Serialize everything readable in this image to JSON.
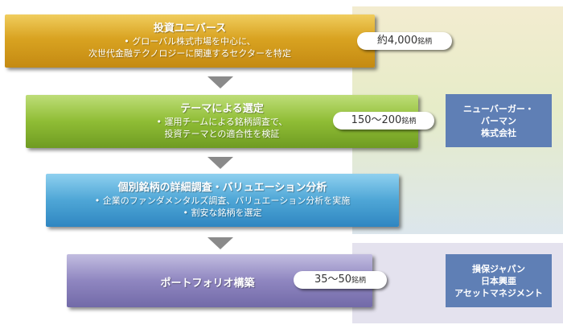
{
  "stages": [
    {
      "title": "投資ユニバース",
      "lines": [
        "• グローバル株式市場を中心に、",
        "次世代金融テクノロジーに関連するセクターを特定"
      ],
      "count": "約4,000",
      "unit": "銘柄"
    },
    {
      "title": "テーマによる選定",
      "lines": [
        "• 運用チームによる銘柄調査で、",
        "投資テーマとの適合性を検証"
      ],
      "count": "150～200",
      "unit": "銘柄"
    },
    {
      "title": "個別銘柄の詳細調査・バリュエーション分析",
      "lines": [
        "• 企業のファンダメンタルズ調査、バリュエーション分析を実施",
        "• 割安な銘柄を選定"
      ],
      "count": "",
      "unit": ""
    },
    {
      "title": "ポートフォリオ構築",
      "lines": [],
      "count": "35～50",
      "unit": "銘柄"
    }
  ],
  "companies": [
    {
      "lines": [
        "ニューバーガー・",
        "バーマン",
        "株式会社"
      ]
    },
    {
      "lines": [
        "損保ジャパン",
        "日本興亜",
        "アセットマネジメント"
      ]
    }
  ],
  "colors": {
    "stage1": "#d9a321",
    "stage2": "#8fbd35",
    "stage3": "#4ea6d6",
    "stage4": "#8f86c0",
    "company": "#5f7fb5"
  }
}
